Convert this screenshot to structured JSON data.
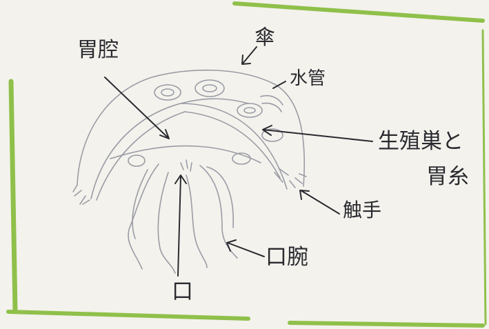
{
  "labels": {
    "stomach_cavity": "胃腔",
    "umbrella": "傘",
    "water_canal": "水管",
    "gonad_line1": "生殖巣と",
    "gonad_line2": "胃糸",
    "tentacles": "触手",
    "oral_arm": "口腕",
    "mouth": "口"
  },
  "colors": {
    "paper": "#f3f2ec",
    "pencil": "#9a9ba5",
    "ink": "#2a2a30",
    "frame": "#8fc04a"
  }
}
